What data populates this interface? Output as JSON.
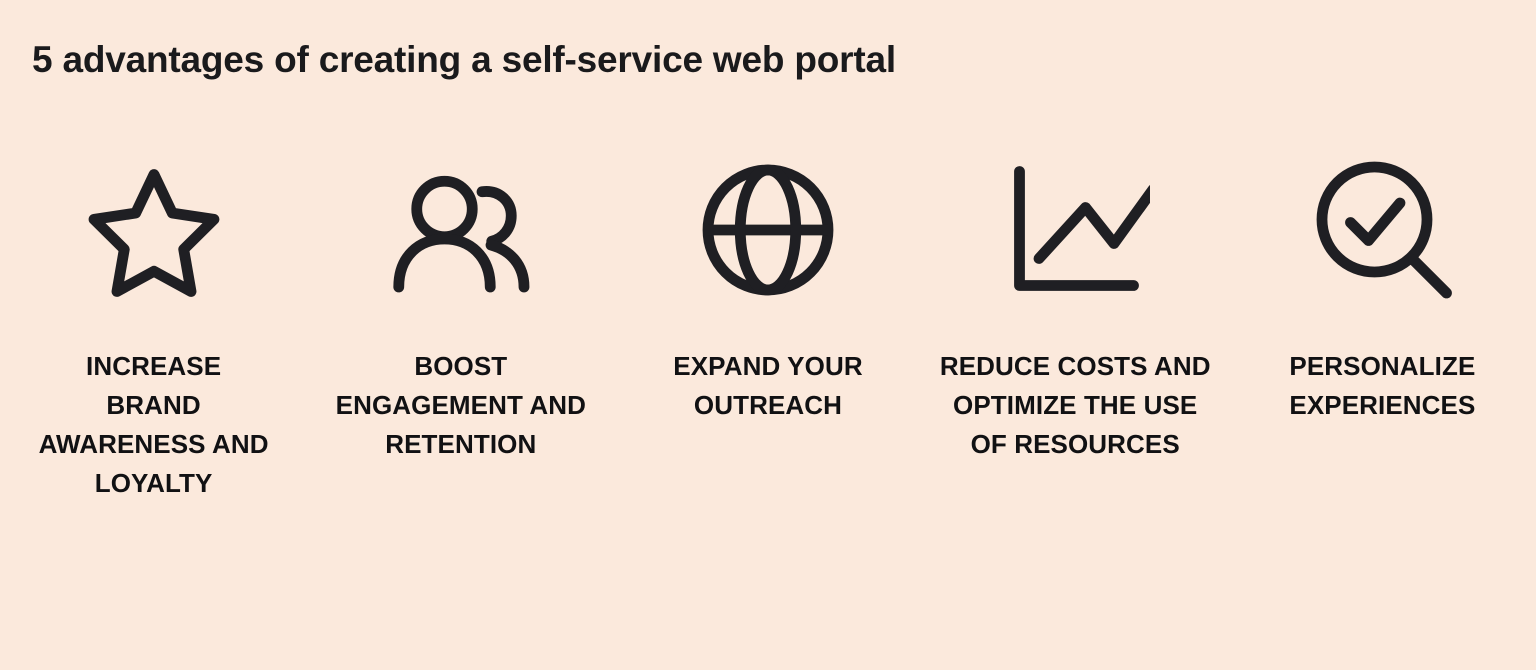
{
  "slide": {
    "title": "5 advantages of creating a self-service web portal",
    "background_color": "#FBE9DC",
    "text_color": "#1A1A1C",
    "icon_color": "#1F1F23"
  },
  "advantages": [
    {
      "icon": "star-icon",
      "label": "INCREASE\nBRAND\nAWARENESS AND\nLOYALTY"
    },
    {
      "icon": "users-icon",
      "label": "BOOST\nENGAGEMENT AND\nRETENTION"
    },
    {
      "icon": "globe-icon",
      "label": "EXPAND YOUR\nOUTREACH"
    },
    {
      "icon": "line-chart-icon",
      "label": "REDUCE COSTS AND\nOPTIMIZE THE USE\nOF RESOURCES"
    },
    {
      "icon": "search-check-icon",
      "label": "PERSONALIZE\nEXPERIENCES"
    }
  ]
}
